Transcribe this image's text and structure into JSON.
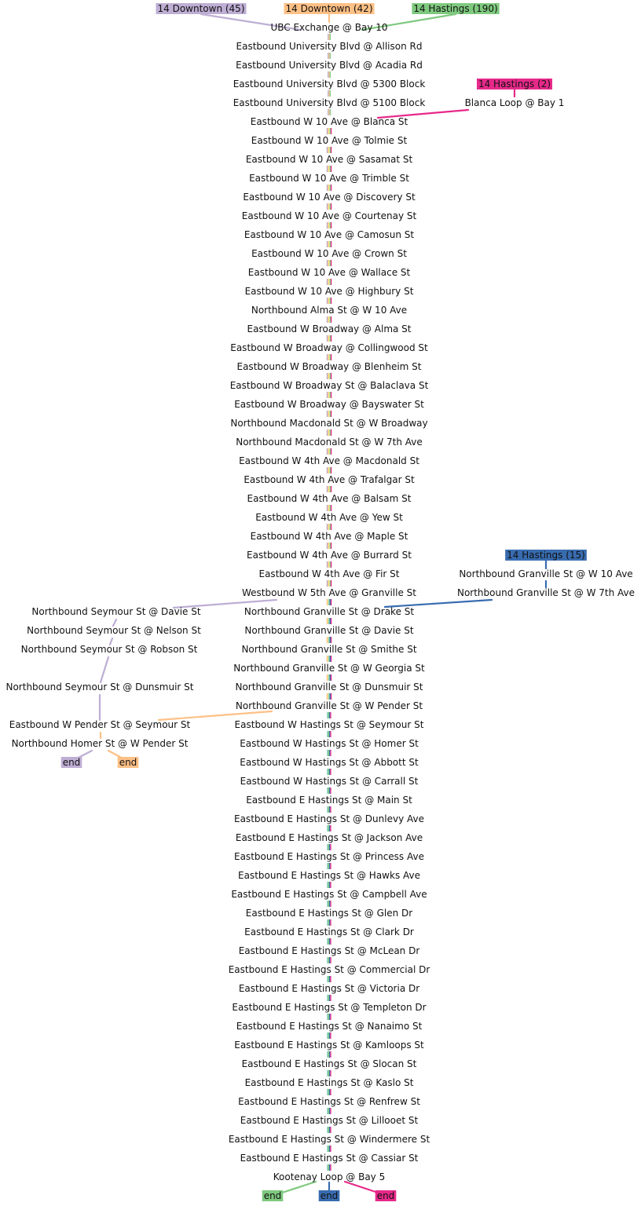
{
  "colors": {
    "downtown_45": "#beaed4",
    "downtown_42": "#fdc086",
    "hastings_190": "#7fc97f",
    "hastings_2": "#e7298a",
    "hastings_15": "#386cb0",
    "yellow_stripe": "#f0e68c",
    "teal_stripe": "#66c2a5"
  },
  "routes": [
    {
      "id": "r45",
      "label": "14 Downtown (45)",
      "end_label": "end",
      "color": "#beaed4"
    },
    {
      "id": "r42",
      "label": "14 Downtown (42)",
      "end_label": "end",
      "color": "#fdc086"
    },
    {
      "id": "r190",
      "label": "14 Hastings (190)",
      "end_label": "end",
      "color": "#7fc97f"
    },
    {
      "id": "r2",
      "label": "14 Hastings (2)",
      "end_label": "end",
      "color": "#e7298a"
    },
    {
      "id": "r15",
      "label": "14 Hastings (15)",
      "end_label": "end",
      "color": "#386cb0"
    }
  ],
  "main_stops": [
    "UBC Exchange @ Bay 10",
    "Eastbound University Blvd @ Allison Rd",
    "Eastbound University Blvd @ Acadia Rd",
    "Eastbound University Blvd @ 5300 Block",
    "Eastbound University Blvd @ 5100 Block",
    "Eastbound W 10 Ave @ Blanca St",
    "Eastbound W 10 Ave @ Tolmie St",
    "Eastbound W 10 Ave @ Sasamat St",
    "Eastbound W 10 Ave @ Trimble St",
    "Eastbound W 10 Ave @ Discovery St",
    "Eastbound W 10 Ave @ Courtenay St",
    "Eastbound W 10 Ave @ Camosun St",
    "Eastbound W 10 Ave @ Crown St",
    "Eastbound W 10 Ave @ Wallace St",
    "Eastbound W 10 Ave @ Highbury St",
    "Northbound Alma St @ W 10 Ave",
    "Eastbound W Broadway @ Alma St",
    "Eastbound W Broadway @ Collingwood St",
    "Eastbound W Broadway @ Blenheim St",
    "Eastbound W Broadway St @ Balaclava St",
    "Eastbound W Broadway @ Bayswater St",
    "Northbound Macdonald St @ W Broadway",
    "Northbound Macdonald St @ W 7th Ave",
    "Eastbound W 4th Ave @ Macdonald St",
    "Eastbound W 4th Ave @ Trafalgar St",
    "Eastbound W 4th Ave @ Balsam St",
    "Eastbound W 4th Ave @ Yew St",
    "Eastbound W 4th Ave @ Maple St",
    "Eastbound W 4th Ave @ Burrard St",
    "Eastbound W 4th Ave @ Fir St",
    "Westbound W 5th Ave @ Granville St",
    "Northbound Granville St @ Drake St",
    "Northbound Granville St @ Davie St",
    "Northbound Granville St @ Smithe St",
    "Northbound Granville St @ W Georgia St",
    "Northbound Granville St @ Dunsmuir St",
    "Northbound Granville St @ W Pender St",
    "Eastbound W Hastings St @ Seymour St",
    "Eastbound W Hastings St @ Homer St",
    "Eastbound W Hastings St @ Abbott St",
    "Eastbound W Hastings St @ Carrall St",
    "Eastbound E Hastings St @ Main St",
    "Eastbound E Hastings St @ Dunlevy Ave",
    "Eastbound E Hastings St @ Jackson Ave",
    "Eastbound E Hastings St @ Princess Ave",
    "Eastbound E Hastings St @ Hawks Ave",
    "Eastbound E Hastings St @ Campbell Ave",
    "Eastbound E Hastings St @ Glen Dr",
    "Eastbound E Hastings St @ Clark Dr",
    "Eastbound E Hastings St @ McLean Dr",
    "Eastbound E Hastings St @ Commercial Dr",
    "Eastbound E Hastings St @ Victoria Dr",
    "Eastbound E Hastings St @ Templeton Dr",
    "Eastbound E Hastings St @ Nanaimo St",
    "Eastbound E Hastings St @ Kamloops St",
    "Eastbound E Hastings St @ Slocan St",
    "Eastbound E Hastings St @ Kaslo St",
    "Eastbound E Hastings St @ Renfrew St",
    "Eastbound E Hastings St @ Lillooet St",
    "Eastbound E Hastings St @ Windermere St",
    "Eastbound E Hastings St @ Cassiar St",
    "Kootenay Loop @ Bay 5"
  ],
  "side_stops": {
    "blanca_loop": "Blanca Loop @ Bay 1",
    "granville_w10": "Northbound Granville St @ W 10 Ave",
    "granville_w7": "Northbound Granville St @ W 7th Ave",
    "seymour_davie": "Northbound Seymour St @ Davie St",
    "seymour_nelson": "Northbound Seymour St @ Nelson St",
    "seymour_robson": "Northbound Seymour St @ Robson St",
    "seymour_dunsmuir": "Northbound Seymour St @ Dunsmuir St",
    "pender_seymour": "Eastbound W Pender St @ Seymour St",
    "homer_pender": "Northbound Homer St @ W Pender St"
  }
}
